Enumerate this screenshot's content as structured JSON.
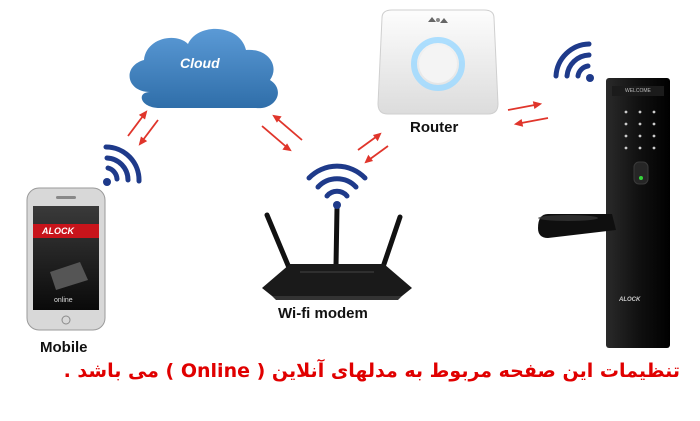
{
  "diagram": {
    "cloud_label": "Cloud",
    "router_label": "Router",
    "modem_label": "Wi-fi modem",
    "mobile_label": "Mobile",
    "phone_brand": "ALOCK",
    "phone_status": "online",
    "lock_welcome": "WELCOME",
    "lock_brand": "ALOCK",
    "caption": "تنظیمات این صفحه مربوط به مدلهای آنلاین (  Online ) می باشد ."
  },
  "colors": {
    "cloud": "#3d7fbf",
    "arrows": "#e0352b",
    "wifi_waves": "#1e3a8a",
    "caption": "#e00000"
  },
  "icons": [
    "cloud-icon",
    "router-icon",
    "wifi-modem-icon",
    "mobile-phone-icon",
    "smart-lock-icon",
    "wifi-signal-icon",
    "bidirectional-arrows-icon"
  ]
}
